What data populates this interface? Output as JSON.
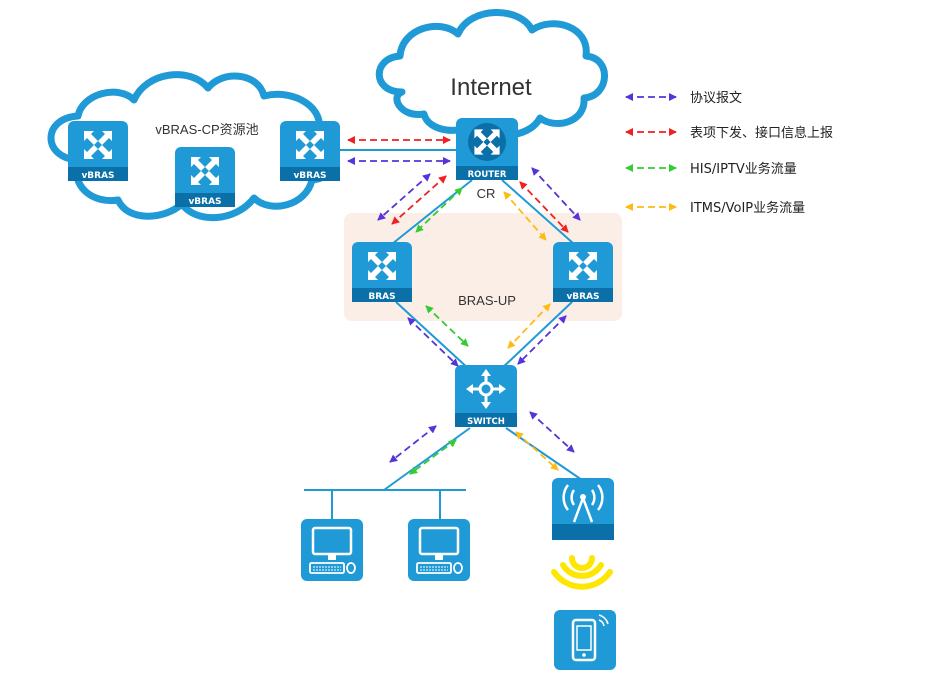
{
  "colors": {
    "device": "#1f9ad6",
    "device_dark": "#0b6fa8",
    "cloud_stroke": "#1f9ad6",
    "link": "#1f9ad6",
    "region_bg": "#fbeee6",
    "protocol": "#5533dd",
    "control": "#ee2222",
    "his_iptv": "#33cc33",
    "itms_voip": "#ffbb11",
    "wifi": "#ffe600"
  },
  "diagram": {
    "internet_label": "Internet",
    "cp_pool_label": "vBRAS-CP资源池",
    "cr_label": "CR",
    "bras_up_label": "BRAS-UP",
    "devices": {
      "cp_left": "vBRAS",
      "cp_center": "vBRAS",
      "cp_right": "vBRAS",
      "router": "ROUTER",
      "bras_left": "BRAS",
      "bras_right": "vBRAS",
      "switch": "SWITCH"
    }
  },
  "legend": [
    {
      "label": "协议报文",
      "color_key": "protocol"
    },
    {
      "label": "表项下发、接口信息上报",
      "color_key": "control"
    },
    {
      "label": "HIS/IPTV业务流量",
      "color_key": "his_iptv"
    },
    {
      "label": "ITMS/VoIP业务流量",
      "color_key": "itms_voip"
    }
  ]
}
